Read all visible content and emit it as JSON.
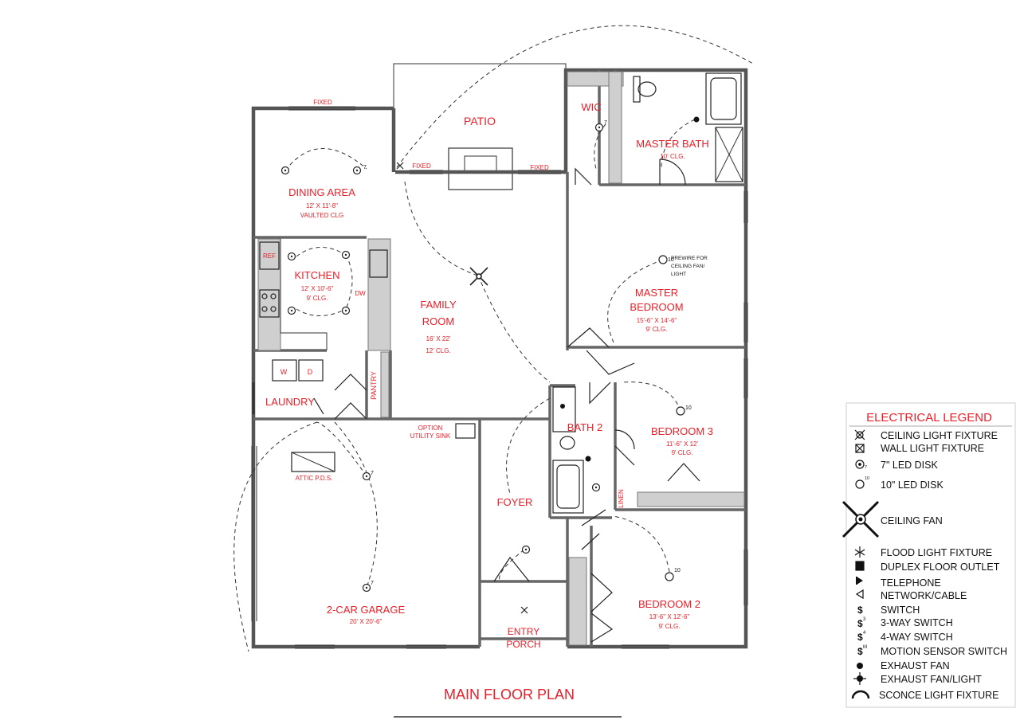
{
  "plan_title": "MAIN FLOOR PLAN",
  "rooms": {
    "patio": {
      "name": "PATIO"
    },
    "wic": {
      "name": "WIC"
    },
    "master_bath": {
      "name": "MASTER BATH",
      "ceiling": "10' CLG."
    },
    "dining": {
      "name": "DINING AREA",
      "size": "12' X 11'-8\"",
      "ceiling": "VAULTED CLG"
    },
    "kitchen": {
      "name": "KITCHEN",
      "size": "12' X 10'-6\"",
      "ceiling": "9' CLG."
    },
    "family": {
      "name_line1": "FAMILY",
      "name_line2": "ROOM",
      "size": "16' X 22'",
      "ceiling": "12' CLG."
    },
    "master_bedroom": {
      "name_line1": "MASTER",
      "name_line2": "BEDROOM",
      "size": "15'-6\" X 14'-6\"",
      "ceiling": "9' CLG."
    },
    "laundry": {
      "name": "LAUNDRY"
    },
    "pantry": {
      "name": "PANTRY"
    },
    "bath2": {
      "name": "BATH 2"
    },
    "bedroom3": {
      "name": "BEDROOM 3",
      "size": "11'-6\" X 12'",
      "ceiling": "9' CLG."
    },
    "garage": {
      "name": "2-CAR GARAGE",
      "size": "20' X 20'-6\""
    },
    "foyer": {
      "name": "FOYER"
    },
    "linen": {
      "name": "LINEN"
    },
    "bedroom2": {
      "name": "BEDROOM 2",
      "size": "13'-6\" X 12'-6\"",
      "ceiling": "9' CLG."
    },
    "entry": {
      "name_line1": "ENTRY",
      "name_line2": "PORCH"
    }
  },
  "annotations": {
    "fixed_top": "FIXED",
    "fixed_left": "FIXED",
    "fixed_right": "FIXED",
    "ref": "REF",
    "dw": "DW",
    "washer": "W",
    "dryer": "D",
    "utility_line1": "OPTION",
    "utility_line2": "UTILITY SINK",
    "attic": "ATTIC P.D.S.",
    "prewire_line1": "PREWIRE FOR",
    "prewire_line2": "CEILING FAN/",
    "prewire_line3": "LIGHT",
    "led7": "7",
    "led10": "10"
  },
  "legend": {
    "title": "ELECTRICAL LEGEND",
    "items": [
      {
        "label": "CEILING LIGHT FIXTURE",
        "icon": "ceiling-light-icon"
      },
      {
        "label": "WALL LIGHT FIXTURE",
        "icon": "wall-light-icon"
      },
      {
        "label": "7\" LED DISK",
        "icon": "led-disk-7-icon"
      },
      {
        "label": "10\" LED DISK",
        "icon": "led-disk-10-icon"
      },
      {
        "label": "CEILING FAN",
        "icon": "ceiling-fan-icon"
      },
      {
        "label": "FLOOD LIGHT FIXTURE",
        "icon": "flood-light-icon"
      },
      {
        "label": "DUPLEX FLOOR OUTLET",
        "icon": "floor-outlet-icon"
      },
      {
        "label": "TELEPHONE",
        "icon": "telephone-icon"
      },
      {
        "label": "NETWORK/CABLE",
        "icon": "network-icon"
      },
      {
        "label": "SWITCH",
        "icon": "switch-icon"
      },
      {
        "label": "3-WAY SWITCH",
        "icon": "switch-3way-icon"
      },
      {
        "label": "4-WAY SWITCH",
        "icon": "switch-4way-icon"
      },
      {
        "label": "MOTION SENSOR SWITCH",
        "icon": "motion-switch-icon"
      },
      {
        "label": "EXHAUST FAN",
        "icon": "exhaust-fan-icon"
      },
      {
        "label": "EXHAUST FAN/LIGHT",
        "icon": "exhaust-fan-light-icon"
      },
      {
        "label": "SCONCE LIGHT FIXTURE",
        "icon": "sconce-icon"
      }
    ],
    "sub_3": "3",
    "sub_4": "4",
    "sub_m": "M",
    "sub_7": "7",
    "sub_10": "10"
  },
  "colors": {
    "label_red": "#e8202a",
    "wall_grey": "#555555"
  }
}
